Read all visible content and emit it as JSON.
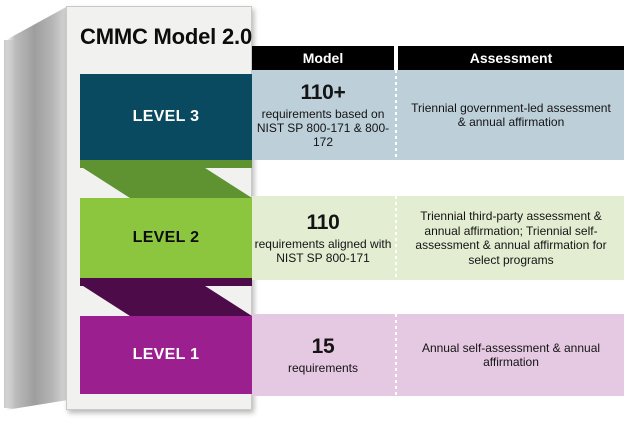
{
  "title": "CMMC Model 2.0",
  "table": {
    "headers": {
      "model": "Model",
      "assessment": "Assessment"
    }
  },
  "levels": [
    {
      "label": "LEVEL 3",
      "block_color": "#0a4a60",
      "band_color": "#bdcfd9",
      "model_count": "110+",
      "model_desc": "requirements based on NIST SP 800-171 & 800-172",
      "assessment": "Triennial government-led assessment & annual affirmation"
    },
    {
      "label": "LEVEL 2",
      "block_color": "#8cc63f",
      "band_color": "#e2edd2",
      "model_count": "110",
      "model_desc": "requirements aligned with NIST SP 800-171",
      "assessment": "Triennial third-party assessment & annual affirmation; Triennial self-assessment & annual affirmation for select programs"
    },
    {
      "label": "LEVEL 1",
      "block_color": "#9c1f8f",
      "band_color": "#e5c8e2",
      "model_count": "15",
      "model_desc": "requirements",
      "assessment": "Annual self-assessment & annual affirmation"
    }
  ],
  "connectors": [
    {
      "name": "level3-to-level2-ribbon",
      "color": "#5f9331"
    },
    {
      "name": "level2-to-level1-ribbon",
      "color": "#4d0b49"
    }
  ]
}
